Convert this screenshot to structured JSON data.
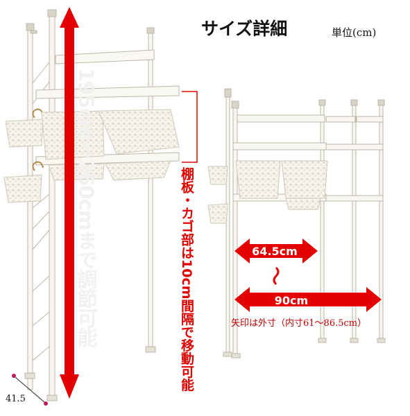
{
  "title": "サイズ詳細",
  "unit": "単位(cm)",
  "height_range": "195cm～260cmまで調節可能",
  "shelf_note": "棚板・カゴ部は10cm間隔で移動可能",
  "width_inner": "64.5cm",
  "width_outer": "90cm",
  "arrow_note": "矢印は外寸（内寸61～86.5cm）",
  "depth": "41.5",
  "colors": {
    "arrow_red": "#e30000",
    "rack_white": "#f7f5ef",
    "text_dark": "#111111"
  }
}
